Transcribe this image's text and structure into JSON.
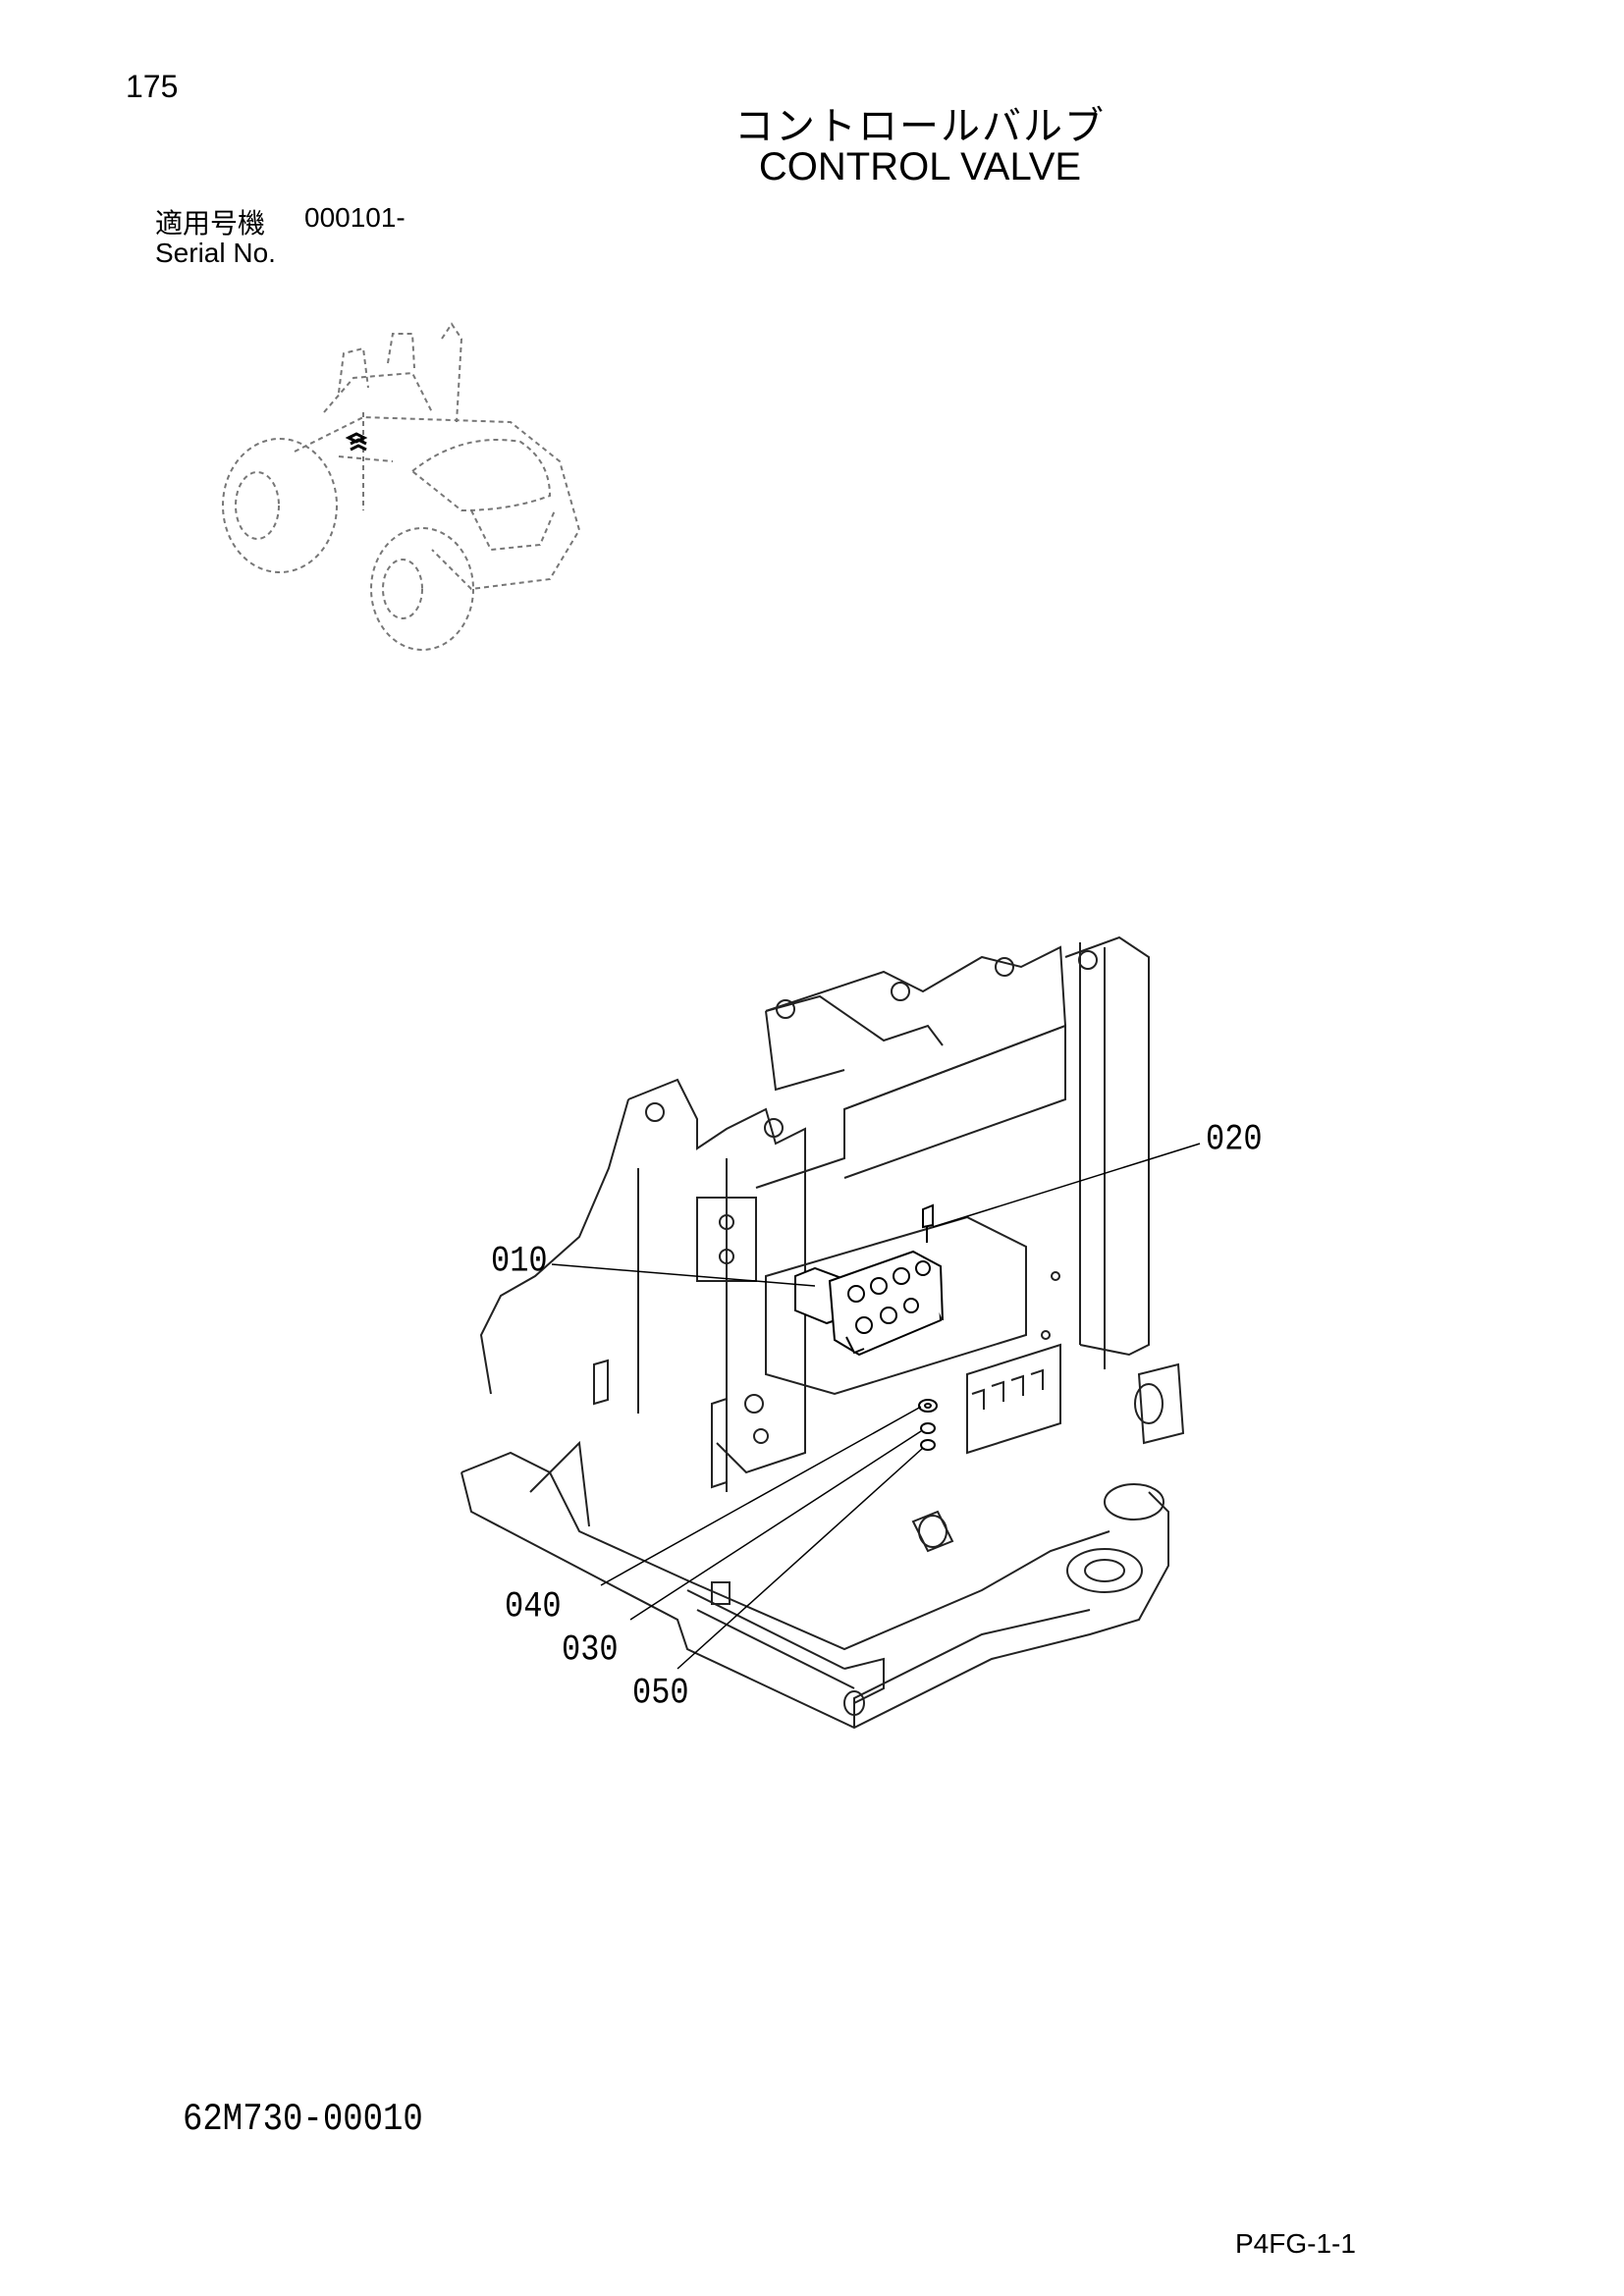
{
  "header": {
    "page_number": "175",
    "title_jp": "コントロールバルブ",
    "title_en": "CONTROL VALVE",
    "serial_label_jp": "適用号機",
    "serial_value": "000101-",
    "serial_label_en": "Serial No."
  },
  "callouts": {
    "c010": "010",
    "c020": "020",
    "c030": "030",
    "c040": "040",
    "c050": "050"
  },
  "footer": {
    "drawing_number": "62M730-00010",
    "page_code": "P4FG-1-1"
  }
}
